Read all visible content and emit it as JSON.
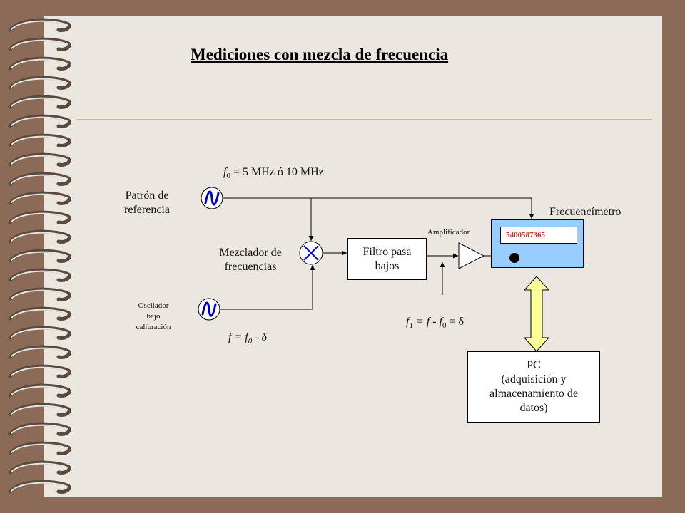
{
  "title": "Mediciones con mezcla  de frecuencia",
  "labels": {
    "reference_line1": "Patrón de",
    "reference_line2": "referencia",
    "f0_var": "f",
    "f0_sub": "0",
    "f0_rest": " = 5 MHz ó 10 MHz",
    "mixer_line1": "Mezclador de",
    "mixer_line2": "frecuencias",
    "osc_line1": "Oscilador",
    "osc_line2": "bajo",
    "osc_line3": "calibración",
    "f_formula_a": "f = f",
    "f_formula_sub": "0",
    "f_formula_b": " - δ",
    "filter_line1": "Filtro pasa",
    "filter_line2": "bajos",
    "amplifier": "Amplificador",
    "counter_title": "Frecuencímetro",
    "counter_display": "5400587365",
    "f1_a": "f",
    "f1_sub1": "1",
    "f1_b": " = f - f",
    "f1_sub2": "0",
    "f1_c": " = δ",
    "pc_line1": "PC",
    "pc_line2": "(adquisición y",
    "pc_line3": "almacenamiento de",
    "pc_line4": "datos)"
  },
  "colors": {
    "slide_bg": "#ece6e1",
    "frame_bg": "#8b6b57",
    "counter_fill": "#99ccff",
    "display_text": "#c0392b",
    "link_arrow_fill": "#ffff99",
    "signal_wave": "#0000cc",
    "divider": "#c9b58f"
  },
  "icons": {
    "reference_source": "sine-wave-icon",
    "oscillator_source": "sine-wave-icon",
    "mixer": "multiply-icon",
    "amplifier": "triangle-amplifier-icon",
    "counter_knob": "dot-icon",
    "pc_link": "double-arrow-icon"
  }
}
